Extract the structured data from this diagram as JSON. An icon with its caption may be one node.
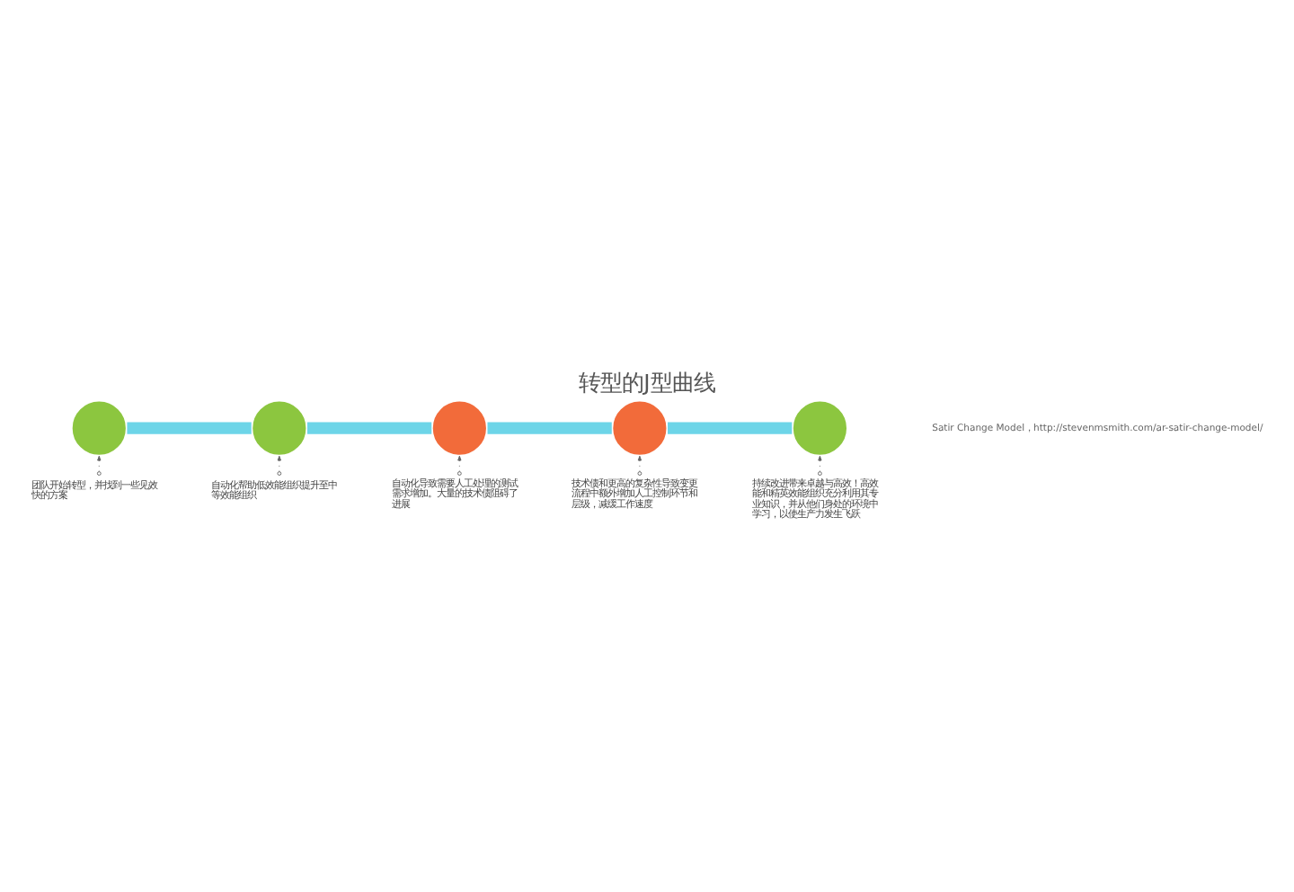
{
  "diagram": {
    "title": "转型的J型曲线",
    "caption": "Satir Change Model，http://stevenmsmith.com/ar-satir-change-model/",
    "nodes": [
      {
        "text": [],
        "shape": "circle"
      },
      {
        "text": [],
        "shape": "circle"
      },
      {
        "text": [],
        "shape": "circle"
      },
      {
        "text": [],
        "shape": "circle"
      },
      {
        "text": [],
        "shape": "circle"
      },
      {
        "text": [
          "技术债和更高的复杂性导致变更流程中额外增加人工控制环节和层级，减缓工作速度"
        ]
      },
      {
        "text": [
          "自动化帮助低效能组织提升至中等效能组织"
        ]
      },
      {
        "text": [
          "持续改进带来卓越与高效！高效能和精英效能组织充分利用其专业知识，并从他们身处的环境中学习，以使生产力发生飞跃"
        ]
      },
      {
        "text": [
          "团队开始转型，并找到一些见效快的方案"
        ]
      },
      {
        "text": [
          "自动化导致需要人工处理的测试需求增加。大量的技术债阻碍了进展"
        ]
      }
    ],
    "edges": [
      {
        "from": 0,
        "to": 1,
        "arrow": "none",
        "style": "thick",
        "color": "#6dd5e8"
      },
      {
        "from": 1,
        "to": 2,
        "arrow": "none",
        "style": "thick",
        "color": "#6dd5e8"
      },
      {
        "from": 2,
        "to": 3,
        "arrow": "none",
        "style": "thick",
        "color": "#6dd5e8"
      },
      {
        "from": 3,
        "to": 4,
        "arrow": "none",
        "style": "thick",
        "color": "#6dd5e8"
      },
      {
        "from": 5,
        "to": 3,
        "arrow": "to",
        "style": "dashed"
      },
      {
        "from": 6,
        "to": 1,
        "arrow": "to",
        "style": "dashed"
      },
      {
        "from": 7,
        "to": 4,
        "arrow": "to",
        "style": "dashed"
      },
      {
        "from": 8,
        "to": 0,
        "arrow": "to",
        "style": "dashed"
      },
      {
        "from": 9,
        "to": 2,
        "arrow": "to",
        "style": "dashed"
      }
    ]
  }
}
